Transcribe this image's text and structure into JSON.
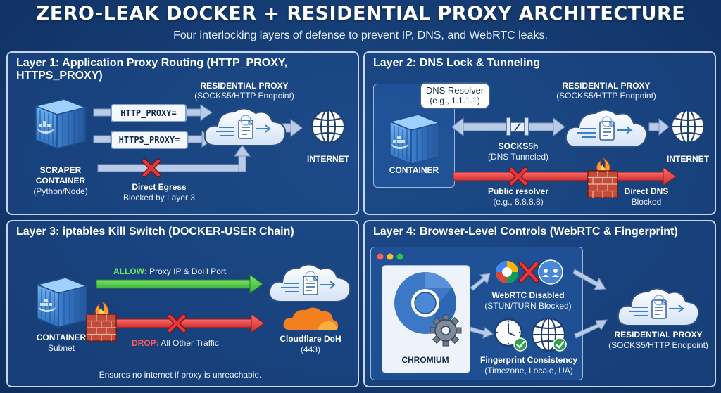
{
  "header": {
    "title": "ZERO-LEAK DOCKER + RESIDENTIAL PROXY ARCHITECTURE",
    "subtitle": "Four interlocking layers of defense to prevent IP, DNS, and WebRTC leaks."
  },
  "layer1": {
    "title": "Layer 1: Application Proxy Routing (HTTP_PROXY, HTTPS_PROXY)",
    "proxy_label": "RESIDENTIAL PROXY",
    "proxy_sub": "(SOCKS5/HTTP Endpoint)",
    "http_proxy": "HTTP_PROXY=",
    "https_proxy": "HTTPS_PROXY=",
    "container_label": "SCRAPER\nCONTAINER",
    "container_sub": "(Python/Node)",
    "internet": "INTERNET",
    "egress_label": "Direct Egress",
    "egress_sub": "Blocked by Layer 3"
  },
  "layer2": {
    "title": "Layer 2: DNS Lock & Tunneling",
    "dns_resolver": "DNS Resolver",
    "dns_resolver_sub": "(e.g., 1.1.1.1)",
    "proxy_label": "RESIDENTIAL PROXY",
    "proxy_sub": "(SOCKS5/HTTP Endpoint)",
    "container_label": "CONTAINER",
    "internet": "INTERNET",
    "socks_label": "SOCKS5h",
    "socks_sub": "(DNS Tunneled)",
    "public_resolver": "Public resolver",
    "public_resolver_sub": "(e.g., 8.8.8.8)",
    "direct_dns": "Direct DNS",
    "direct_dns_sub": "Blocked"
  },
  "layer3": {
    "title": "Layer 3: iptables Kill Switch (DOCKER-USER Chain)",
    "allow_keyword": "ALLOW:",
    "allow_text": " Proxy IP & DoH Port",
    "drop_keyword": "DROP:",
    "drop_text": " All Other Traffic",
    "container_label": "CONTAINER",
    "container_sub": "Subnet",
    "cloudflare": "Cloudflare DoH",
    "cloudflare_sub": "(443)",
    "footnote": "Ensures no internet if proxy is unreachable."
  },
  "layer4": {
    "title": "Layer 4: Browser-Level Controls (WebRTC & Fingerprint)",
    "chromium": "CHROMIUM",
    "webrtc": "WebRTC Disabled",
    "webrtc_sub": "(STUN/TURN Blocked)",
    "fingerprint": "Fingerprint Consistency",
    "fingerprint_sub": "(Timezone, Locale, UA)",
    "proxy_label": "RESIDENTIAL PROXY",
    "proxy_sub": "(SOCKS5/HTTP Endpoint)"
  },
  "colors": {
    "allow": "#5fcf4f",
    "drop": "#e84a4a",
    "arrow": "#b9cbe6",
    "panel_border": "#c7d6ee",
    "background": "#143a70"
  },
  "icons": [
    "container-icon",
    "cloud-proxy-icon",
    "globe-icon",
    "x-mark-icon",
    "firewall-icon",
    "cloudflare-icon",
    "chromium-icon",
    "gear-icon",
    "clock-icon",
    "checkmark-icon",
    "webrtc-icon"
  ]
}
